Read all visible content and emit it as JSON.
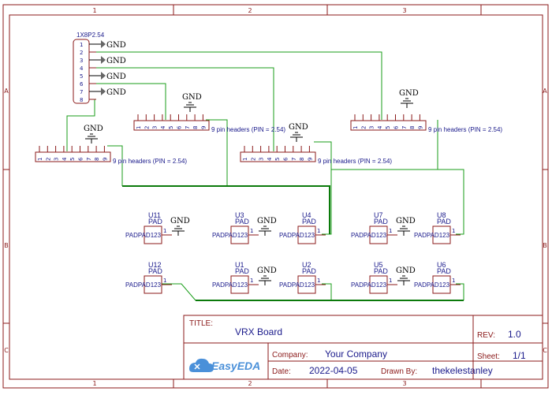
{
  "zones": {
    "cols": [
      "1",
      "2",
      "3"
    ],
    "rows": [
      "A",
      "B",
      "C"
    ]
  },
  "connector": {
    "name": "1X8P2.54",
    "pins": [
      "1",
      "2",
      "3",
      "4",
      "5",
      "6",
      "7",
      "8"
    ],
    "gnd_labels": [
      "GND",
      "GND",
      "GND",
      "GND"
    ]
  },
  "headers": [
    {
      "pins": [
        "1",
        "2",
        "3",
        "4",
        "5",
        "6",
        "7",
        "8",
        "9"
      ],
      "label": "9 pin headers (PIN = 2.54)",
      "gnd": "GND"
    },
    {
      "pins": [
        "1",
        "2",
        "3",
        "4",
        "5",
        "6",
        "7",
        "8",
        "9"
      ],
      "label": "9 pin headers (PIN = 2.54)",
      "gnd": "GND"
    },
    {
      "pins": [
        "1",
        "2",
        "3",
        "4",
        "5",
        "6",
        "7",
        "8",
        "9"
      ],
      "label": "9 pin headers (PIN = 2.54)",
      "gnd": "GND"
    },
    {
      "pins": [
        "1",
        "2",
        "3",
        "4",
        "5",
        "6",
        "7",
        "8",
        "9"
      ],
      "label": "9 pin headers (PIN = 2.54)",
      "gnd": "GND"
    }
  ],
  "pads": [
    {
      "ref": "U11",
      "type": "PAD",
      "net": "PADPAD123",
      "pin": "1",
      "gnd": "GND"
    },
    {
      "ref": "U3",
      "type": "PAD",
      "net": "PADPAD123",
      "pin": "1",
      "gnd": "GND"
    },
    {
      "ref": "U4",
      "type": "PAD",
      "net": "PADPAD123",
      "pin": "1",
      "gnd": ""
    },
    {
      "ref": "U7",
      "type": "PAD",
      "net": "PADPAD123",
      "pin": "1",
      "gnd": "GND"
    },
    {
      "ref": "U8",
      "type": "PAD",
      "net": "PADPAD123",
      "pin": "1",
      "gnd": ""
    },
    {
      "ref": "U12",
      "type": "PAD",
      "net": "PADPAD123",
      "pin": "1",
      "gnd": ""
    },
    {
      "ref": "U1",
      "type": "PAD",
      "net": "PADPAD123",
      "pin": "1",
      "gnd": "GND"
    },
    {
      "ref": "U2",
      "type": "PAD",
      "net": "PADPAD123",
      "pin": "1",
      "gnd": ""
    },
    {
      "ref": "U5",
      "type": "PAD",
      "net": "PADPAD123",
      "pin": "1",
      "gnd": "GND"
    },
    {
      "ref": "U6",
      "type": "PAD",
      "net": "PADPAD123",
      "pin": "1",
      "gnd": ""
    }
  ],
  "title_block": {
    "title_label": "TITLE:",
    "title": "VRX Board",
    "rev_label": "REV:",
    "rev": "1.0",
    "company_label": "Company:",
    "company": "Your Company",
    "sheet_label": "Sheet:",
    "sheet": "1/1",
    "date_label": "Date:",
    "date": "2022-04-05",
    "drawn_label": "Drawn By:",
    "drawn_by": "thekelestanley",
    "logo": "EasyEDA"
  },
  "colors": {
    "frame": "#8b1a1a",
    "wire": "#1a9e1a",
    "text": "#1a1a8b",
    "logo": "#4a90d9"
  }
}
